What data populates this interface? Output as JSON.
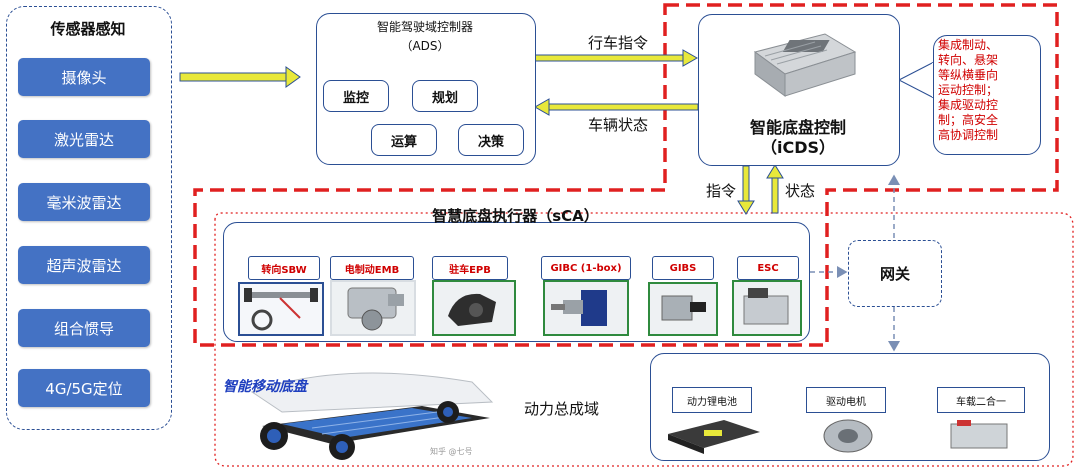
{
  "sensors": {
    "title": "传感器感知",
    "items": [
      "摄像头",
      "激光雷达",
      "毫米波雷达",
      "超声波雷达",
      "组合惯导",
      "4G/5G定位"
    ]
  },
  "ads": {
    "title_line1": "智能驾驶域控制器",
    "title_line2": "（ADS）",
    "modules": [
      "监控",
      "规划",
      "运算",
      "决策"
    ]
  },
  "links": {
    "drive_cmd": "行车指令",
    "vehicle_state": "车辆状态",
    "cmd": "指令",
    "state": "状态"
  },
  "icds": {
    "title_line1": "智能底盘控制",
    "title_line2": "（iCDS）"
  },
  "callout": {
    "text_lines": [
      "集成制动、",
      "转向、悬架",
      "等纵横垂向",
      "运动控制；",
      "集成驱动控",
      "制；高安全",
      "高协调控制"
    ]
  },
  "sca": {
    "title": "智慧底盘执行器（sCA）",
    "executors": [
      "转向SBW",
      "电制动EMB",
      "驻车EPB",
      "GIBC (1-box)",
      "GIBS",
      "ESC"
    ]
  },
  "gateway": {
    "label": "网关"
  },
  "powertrain": {
    "label": "动力总成域",
    "items": [
      "动力锂电池",
      "驱动电机",
      "车载二合一"
    ]
  },
  "chassis": {
    "label": "智能移动底盘"
  },
  "watermark": "知乎 @七号",
  "colors": {
    "blue_accent": "#4472c4",
    "frame_blue": "#2b4f94",
    "red_dash": "#e02020",
    "callout_red": "#d00000",
    "arrow_yellow": "#e8e83a",
    "green_border": "#2f8a3e"
  }
}
